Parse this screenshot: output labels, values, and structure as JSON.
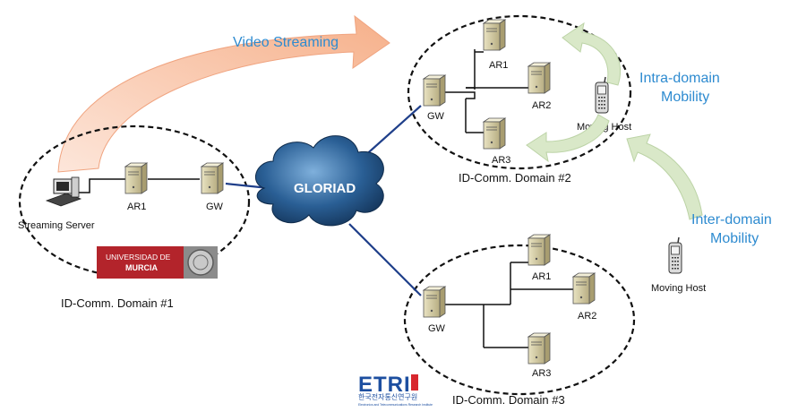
{
  "arrow_label": "Video Streaming",
  "cloud_label": "GLORIAD",
  "domain1": {
    "caption": "ID-Comm. Domain #1",
    "server": "Streaming Server",
    "ar1": "AR1",
    "gw": "GW"
  },
  "domain2": {
    "caption": "ID-Comm. Domain #2",
    "gw": "GW",
    "ar1": "AR1",
    "ar2": "AR2",
    "ar3": "AR3",
    "host": "Moving Host"
  },
  "domain3": {
    "caption": "ID-Comm. Domain #3",
    "gw": "GW",
    "ar1": "AR1",
    "ar2": "AR2",
    "ar3": "AR3"
  },
  "intra": {
    "line1": "Intra-domain",
    "line2": "Mobility"
  },
  "inter": {
    "line1": "Inter-domain",
    "line2": "Mobility"
  },
  "outside_host": "Moving Host",
  "murcia": {
    "line1": "UNIVERSIDAD DE",
    "line2": "MURCIA"
  },
  "etri": {
    "name": "ETRI",
    "korean": "한국전자통신연구원",
    "english": "Electronics and Telecommunications Research Institute"
  },
  "colors": {
    "accent": "#2e8bd0",
    "cloud": "#1e4a78",
    "link": "#1f3f8a",
    "arrow_orange": "#f6b591",
    "arrow_green": "#d9e8c8",
    "murcia_red": "#b3242b",
    "etri_blue": "#1d4fa0",
    "etri_red": "#d8272e"
  }
}
